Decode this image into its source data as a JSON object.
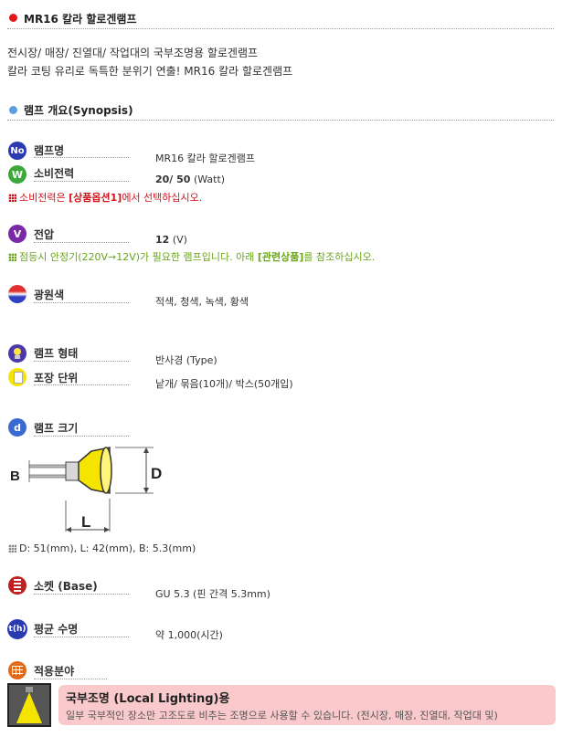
{
  "header": {
    "title": "MR16 칼라 할로겐램프",
    "dot_color": "#e01818"
  },
  "intro": {
    "line1": "전시장/ 매장/ 진열대/ 작업대의 국부조명용 할로겐램프",
    "line2": "칼라 코팅 유리로 독특한 분위기 연출! MR16 칼라 할로겐램프"
  },
  "section": {
    "title": "램프 개요(Synopsis)",
    "dot_color": "#5b9fe0"
  },
  "specs": {
    "name": {
      "icon": "No",
      "label": "램프명",
      "value": "MR16 칼라 할로겐램프"
    },
    "power": {
      "icon": "W",
      "label": "소비전력",
      "value": "20/ 50",
      "unit": "(Watt)",
      "note_pre": "소비전력은 ",
      "note_em": "[상품옵션1]",
      "note_post": "에서 선택하십시오."
    },
    "voltage": {
      "icon": "V",
      "label": "전압",
      "value": "12",
      "unit": "(V)",
      "note_pre": "점등시 안정기(220V→12V)가 필요한 램프입니다. 아래 ",
      "note_em": "[관련상품]",
      "note_post": "를 참조하십시오."
    },
    "color": {
      "label": "광원색",
      "value": "적색, 청색, 녹색, 황색"
    },
    "shape": {
      "label": "램프 형태",
      "value": "반사경 (Type)"
    },
    "pack": {
      "label": "포장 단위",
      "value": "낱개/ 묶음(10개)/ 박스(50개입)"
    },
    "size": {
      "icon": "d",
      "label": "램프 크기",
      "dim_d": "D",
      "dim_l": "L",
      "dim_b": "B",
      "value": "D: 51(mm), L: 42(mm), B: 5.3(mm)"
    },
    "base": {
      "label": "소켓 (Base)",
      "value": "GU 5.3 (핀 간격 5.3mm)"
    },
    "life": {
      "icon": "t(h)",
      "label": "평균 수명",
      "value": "약 1,000(시간)"
    },
    "usage": {
      "label": "적용분야"
    }
  },
  "application": {
    "title": "국부조명 (Local Lighting)용",
    "desc": "일부 국부적인 장소만 고조도로 비추는 조명으로 사용할 수 있습니다. (전시장, 매장, 진열대, 작업대 및)"
  },
  "colors": {
    "red_note": "#d0141c",
    "green_note": "#6aa51c",
    "pink_box": "#f9c9cc",
    "lamp_yellow": "#f5e400"
  }
}
